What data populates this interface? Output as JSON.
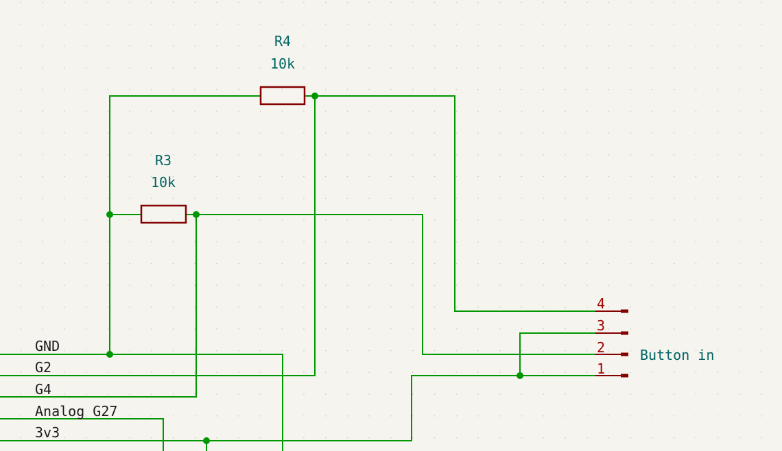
{
  "resistors": [
    {
      "ref": "R4",
      "value": "10k"
    },
    {
      "ref": "R3",
      "value": "10k"
    }
  ],
  "net_labels": [
    "GND",
    "G2",
    "G4",
    "Analog G27",
    "3v3"
  ],
  "connector": {
    "name": "Button in",
    "pins": [
      "4",
      "3",
      "2",
      "1"
    ]
  },
  "colors": {
    "background": "#f5f4ef",
    "grid_dot": "#c9c8c0",
    "wire": "#009600",
    "junction": "#009600",
    "component_body": "#840000",
    "pin": "#840000",
    "ref_text": "#006464",
    "net_text": "#1a1a1a"
  }
}
